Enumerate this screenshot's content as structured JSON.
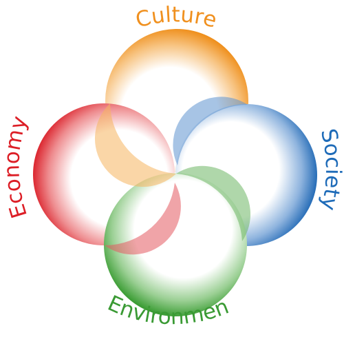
{
  "diagram": {
    "labels": {
      "culture": "Culture",
      "society": "Society",
      "environment": "Environment",
      "economy": "Economy"
    },
    "colors": {
      "culture": "#F0901E",
      "society": "#1E6BB8",
      "environment": "#3A9A34",
      "economy": "#DC1E26"
    }
  }
}
